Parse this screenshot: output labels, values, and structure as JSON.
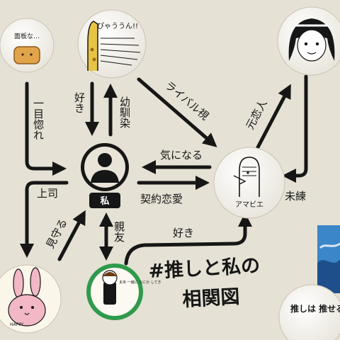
{
  "badges": {
    "bread": {
      "caption": "面板な…"
    },
    "giraffe": {
      "caption": "ぴゃううん!!"
    },
    "girl": {
      "caption": ""
    },
    "amabie": {
      "caption": "アマビエ"
    },
    "rabbit": {
      "caption": "HAPPY"
    },
    "boy": {
      "caption": "まあ 一緒に なにか してき"
    },
    "partial": {
      "caption": "推しは 推せる時に 推せ"
    }
  },
  "center": {
    "label": "私"
  },
  "relations": {
    "hitome": "一目惚れ",
    "suki_top": "好き",
    "osananajimi": "幼馴染",
    "rival": "ライバル視",
    "motokoibito": "元恋人",
    "kininaru": "気になる",
    "keiyaku": "契約恋愛",
    "miren": "未練",
    "joshi": "上司",
    "mimamoru": "見守る",
    "shinyu": "親友",
    "suki_bottom": "好き"
  },
  "title": {
    "line1": "#推しと私の",
    "line2": "相関図"
  },
  "colors": {
    "ink": "#161616",
    "canvas": "#e9e4d8",
    "badge": "#fbf9f1",
    "rabbit": "#f2b8c6",
    "sky": "#3a86c8",
    "bread": "#e2a44a",
    "giraffe": "#e8c444"
  }
}
